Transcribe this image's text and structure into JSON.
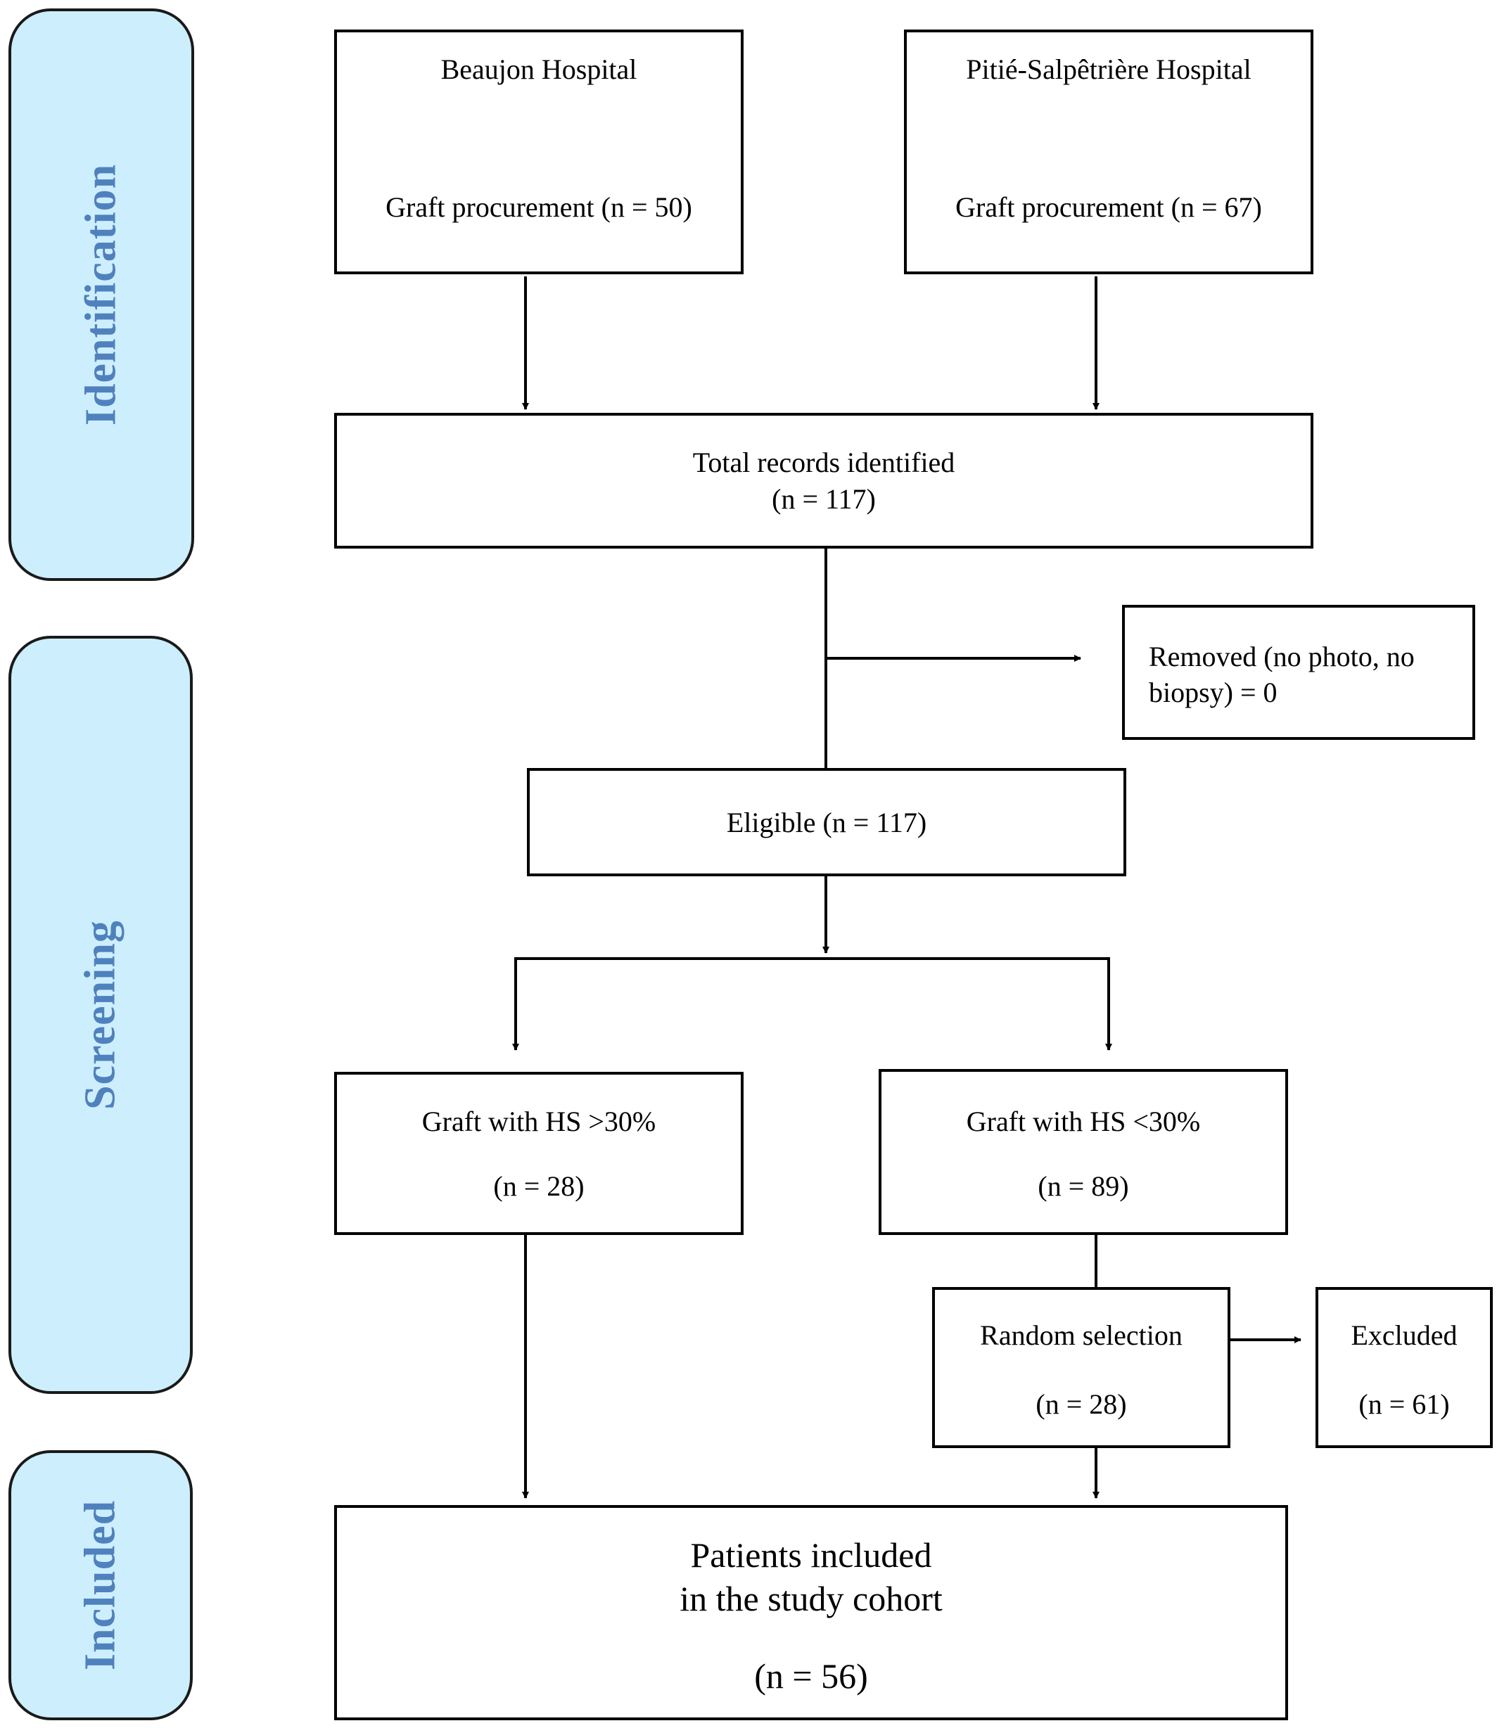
{
  "phases": {
    "identification": "Identification",
    "screening": "Screening",
    "included": "Included"
  },
  "boxes": {
    "beaujon": {
      "name": "Beaujon Hospital",
      "count": "Graft procurement (n = 50)"
    },
    "pitie": {
      "name": "Pitié-Salpêtrière Hospital",
      "count": "Graft procurement (n = 67)"
    },
    "total": {
      "label": "Total records identified",
      "count": "(n = 117)"
    },
    "removed": {
      "line1": "Removed (no photo, no",
      "line2": "biopsy) = 0"
    },
    "eligible": {
      "label": "Eligible (n = 117)"
    },
    "hs_high": {
      "label": "Graft with HS >30%",
      "count": "(n = 28)"
    },
    "hs_low": {
      "label": "Graft with HS <30%",
      "count": "(n = 89)"
    },
    "random": {
      "label": "Random selection",
      "count": "(n = 28)"
    },
    "excluded": {
      "label": "Excluded",
      "count": "(n = 61)"
    },
    "cohort": {
      "line1": "Patients included",
      "line2": "in the study cohort",
      "count": "(n = 56)"
    }
  }
}
